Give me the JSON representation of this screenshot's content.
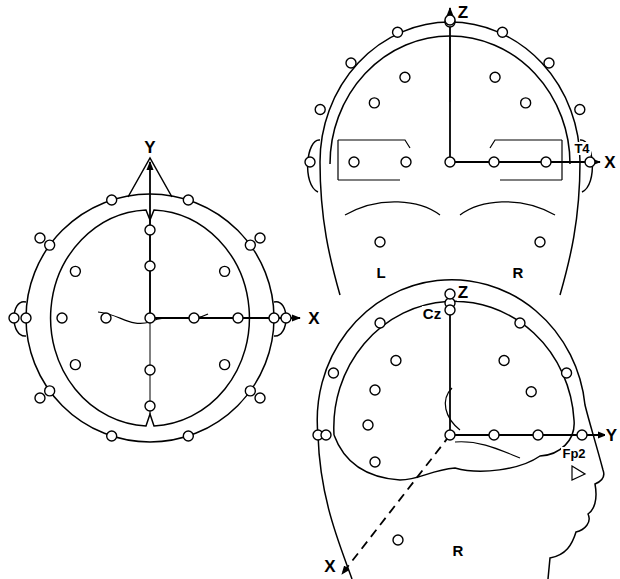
{
  "diagram": {
    "labels": [
      "Y",
      "X",
      "Z",
      "T4",
      "X",
      "L",
      "R",
      "Z",
      "Cz",
      "Y",
      "Fp2",
      "X",
      "R"
    ]
  }
}
